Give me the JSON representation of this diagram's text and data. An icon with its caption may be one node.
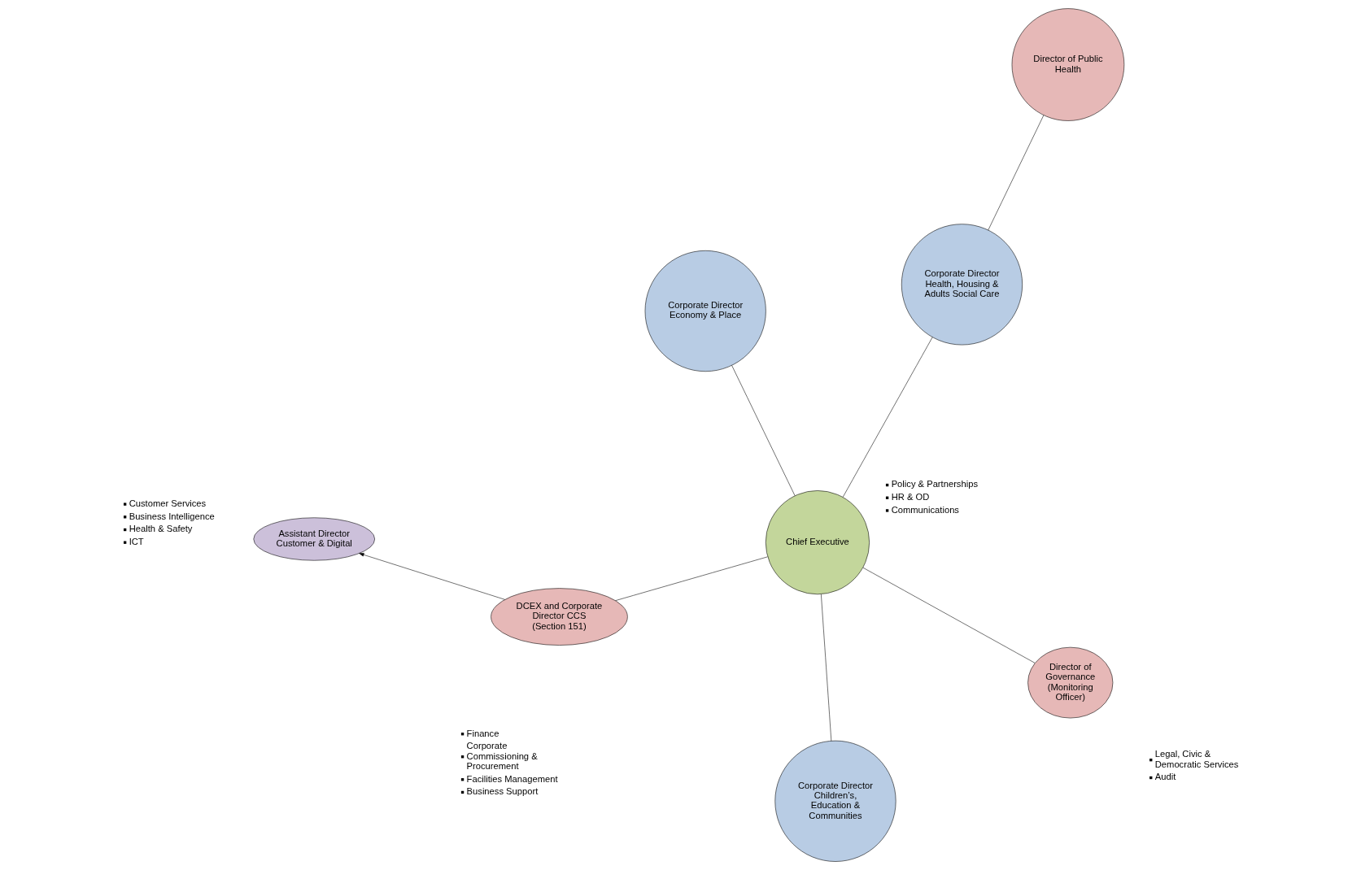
{
  "diagram": {
    "nodes": [
      {
        "text": [
          "Chief Executive"
        ],
        "beside": [
          "Policy & Partnerships",
          "HR & OD",
          "Communications"
        ]
      },
      {
        "text": [
          "Corporate Director Children’s, Education & Communities"
        ]
      },
      {
        "text": [
          "Corporate Director Economy & Place"
        ]
      },
      {
        "text": [
          "Corporate Director Health, Housing & Adults Social Care"
        ]
      },
      {
        "text": [
          "Director of Public Health"
        ]
      },
      {
        "text": [
          "Director of Governance (Monitoring Officer)"
        ],
        "beside": [
          "Legal, Civic & Democratic Services",
          "Audit"
        ]
      },
      {
        "text": [
          "DCEX and Corporate Director CCS (Section 151)"
        ],
        "beside": [
          "Finance",
          "Corporate Commissioning & Procurement",
          "Facilities Management",
          "Business Support"
        ]
      },
      {
        "text": [
          "Assistant Director Customer & Digital"
        ],
        "beside": [
          "Customer Services",
          "Business Intelligence",
          "Health & Safety",
          "ICT"
        ]
      }
    ],
    "edges": [
      {
        "from": 0,
        "to": 1,
        "arrow": "none"
      },
      {
        "from": 0,
        "to": 2,
        "arrow": "none"
      },
      {
        "from": 0,
        "to": 3,
        "arrow": "none"
      },
      {
        "from": 3,
        "to": 4,
        "arrow": "none"
      },
      {
        "from": 0,
        "to": 5,
        "arrow": "none"
      },
      {
        "from": 0,
        "to": 6,
        "arrow": "none"
      },
      {
        "from": 6,
        "to": 7,
        "arrow": "to"
      }
    ]
  }
}
